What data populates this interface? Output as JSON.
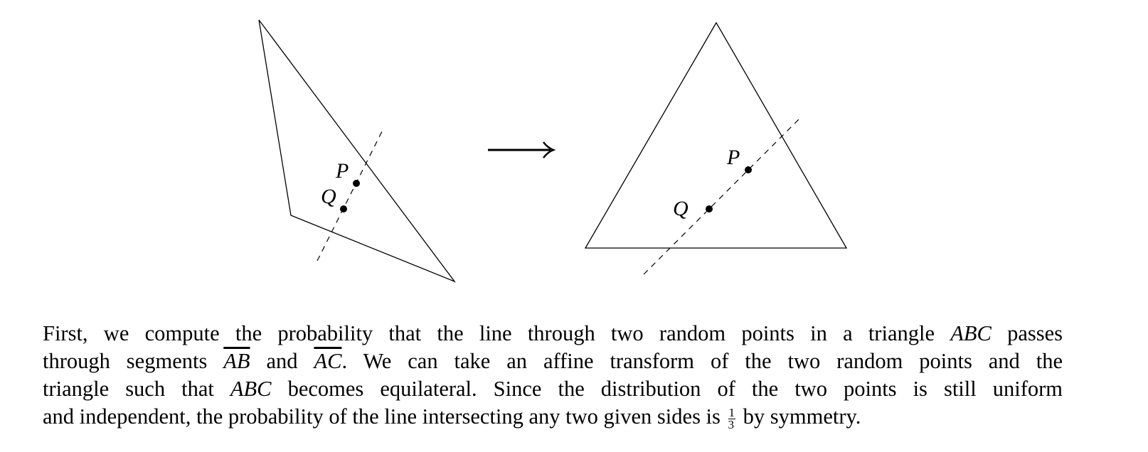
{
  "figure": {
    "left_labels": {
      "p": "P",
      "q": "Q"
    },
    "right_labels": {
      "p": "P",
      "q": "Q"
    },
    "arrow_icon": "long-right-arrow"
  },
  "text": {
    "l1a": "First, we compute the probability that the line through two random points in a triangle",
    "l1m": "ABC",
    "l1b": "passes",
    "l2a": "through segments",
    "l2ab": "AB",
    "l2and": "and",
    "l2ac": "AC",
    "l2b": ".  We can take an affine transform of the two random points and the",
    "l3a": "triangle such that",
    "l3m": "ABC",
    "l3b": "becomes equilateral.  Since the distribution of the two points is still uniform",
    "l4a": "and independent, the probability of the line intersecting any two given sides is",
    "frac_num": "1",
    "frac_den": "3",
    "l4b": "by symmetry."
  }
}
